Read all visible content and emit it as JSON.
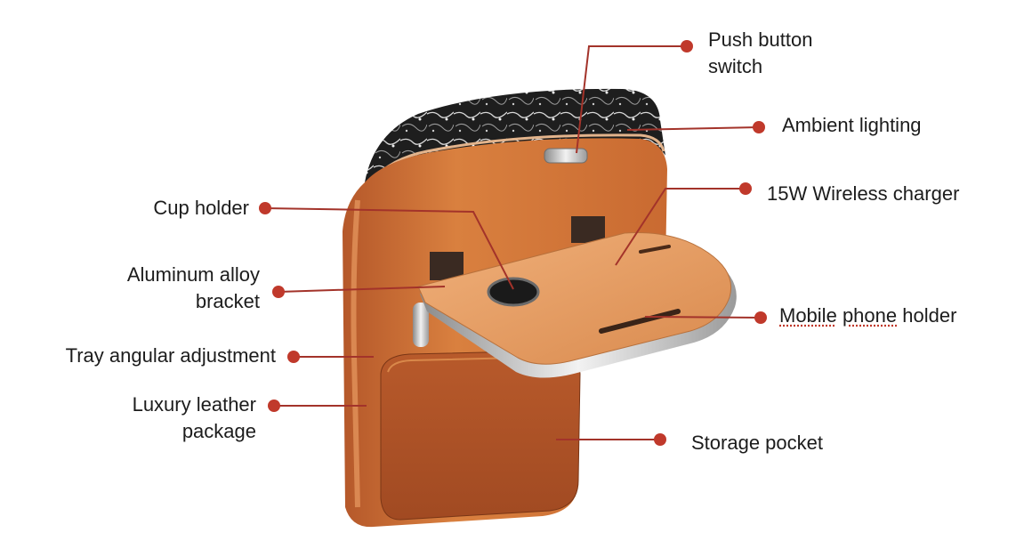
{
  "colors": {
    "leader": "#a3332a",
    "dot": "#c0392b",
    "leather_light": "#e08a4a",
    "leather_mid": "#c96a31",
    "leather_dark": "#8f3f1c",
    "marble": "#222222",
    "chrome": "#c8c8c8"
  },
  "labels": {
    "push_button_switch": {
      "line1": "Push button",
      "line2": "switch"
    },
    "ambient_lighting": "Ambient lighting",
    "wireless_charger": "15W Wireless charger",
    "cup_holder": "Cup holder",
    "aluminum_bracket": {
      "line1": "Aluminum alloy",
      "line2": "bracket"
    },
    "mobile_phone_holder": {
      "word1": "Mobile",
      "word2": "phone",
      "word3": "holder"
    },
    "tray_adjustment": "Tray angular adjustment",
    "leather_package": {
      "line1": "Luxury leather",
      "line2": "package"
    },
    "storage_pocket": "Storage pocket"
  }
}
